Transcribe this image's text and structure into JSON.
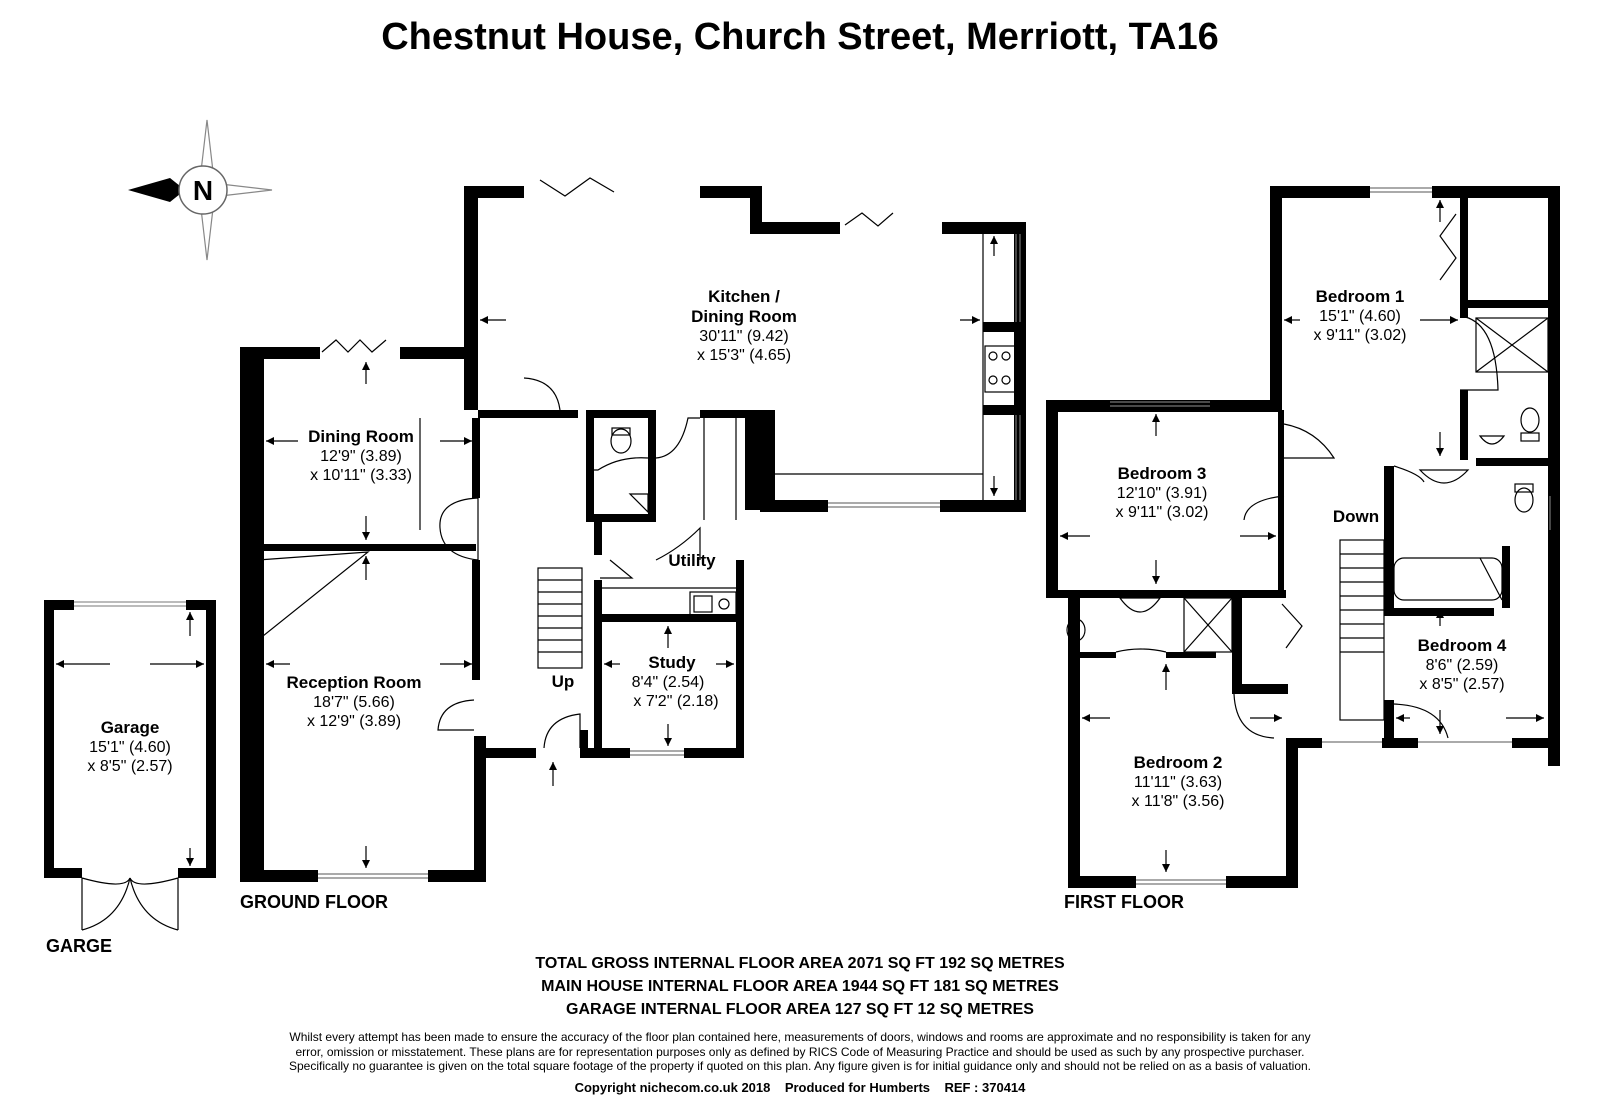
{
  "title": "Chestnut House, Church Street, Merriott, TA16",
  "compass": {
    "label": "N"
  },
  "floors": {
    "garage_label": "GARGE",
    "ground_label": "GROUND FLOOR",
    "first_label": "FIRST FLOOR"
  },
  "rooms": {
    "garage": {
      "name": "Garage",
      "dim1": "15'1\" (4.60)",
      "dim2": "x 8'5\" (2.57)"
    },
    "dining": {
      "name": "Dining Room",
      "dim1": "12'9\" (3.89)",
      "dim2": "x 10'11\" (3.33)"
    },
    "reception": {
      "name": "Reception Room",
      "dim1": "18'7\" (5.66)",
      "dim2": "x 12'9\" (3.89)"
    },
    "kitchen": {
      "name1": "Kitchen /",
      "name2": "Dining Room",
      "dim1": "30'11\" (9.42)",
      "dim2": "x 15'3\" (4.65)"
    },
    "utility": {
      "name": "Utility"
    },
    "study": {
      "name": "Study",
      "dim1": "8'4\" (2.54)",
      "dim2": "x 7'2\" (2.18)"
    },
    "stairs_up": {
      "name": "Up"
    },
    "stairs_down": {
      "name": "Down"
    },
    "bedroom1": {
      "name": "Bedroom 1",
      "dim1": "15'1\" (4.60)",
      "dim2": "x 9'11\" (3.02)"
    },
    "bedroom2": {
      "name": "Bedroom 2",
      "dim1": "11'11\" (3.63)",
      "dim2": "x 11'8\" (3.56)"
    },
    "bedroom3": {
      "name": "Bedroom 3",
      "dim1": "12'10\" (3.91)",
      "dim2": "x 9'11\" (3.02)"
    },
    "bedroom4": {
      "name": "Bedroom 4",
      "dim1": "8'6\" (2.59)",
      "dim2": "x 8'5\" (2.57)"
    }
  },
  "areas": {
    "total": "TOTAL GROSS INTERNAL FLOOR AREA 2071 SQ FT 192 SQ METRES",
    "main": "MAIN HOUSE INTERNAL FLOOR AREA 1944 SQ FT 181 SQ METRES",
    "garage": "GARAGE  INTERNAL FLOOR AREA 127 SQ FT 12 SQ METRES"
  },
  "disclaimer": {
    "line1": "Whilst every attempt has been made to ensure the accuracy of the floor plan contained here, measurements of doors, windows and rooms are approximate and no responsibility is taken for any",
    "line2": "error, omission or misstatement. These plans are for representation purposes only as defined by RICS Code of Measuring Practice and should be used as such by any prospective purchaser.",
    "line3": "Specifically no guarantee is given on the total square footage of the property if quoted on this plan. Any figure given is for initial guidance only and should not be relied on as a basis of valuation."
  },
  "copyright": "Copyright nichecom.co.uk 2018    Produced for Humberts    REF : 370414"
}
